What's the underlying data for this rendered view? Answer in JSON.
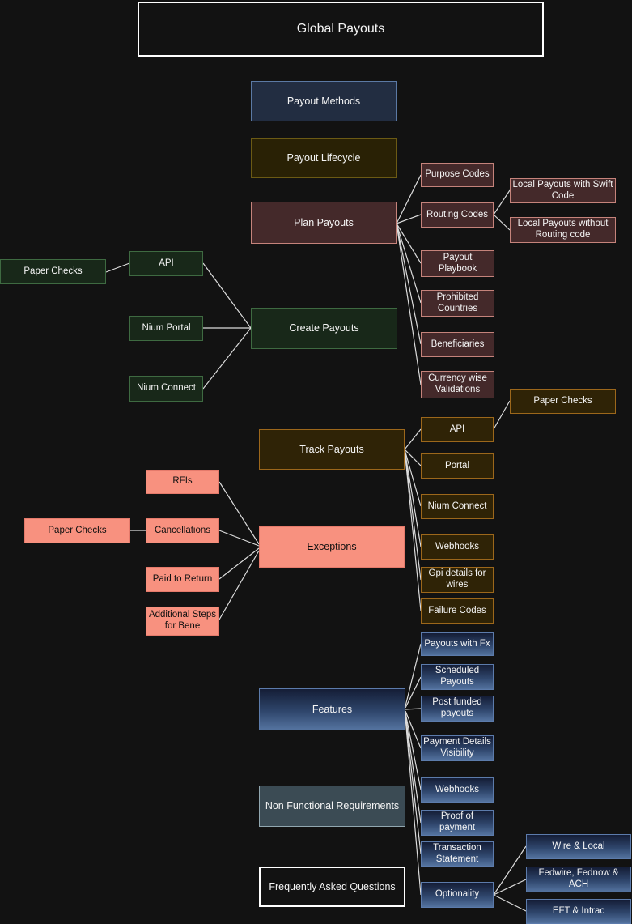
{
  "diagram_title": "Global Payouts",
  "colors": {
    "background": "#121212",
    "connector_line": "#dcdcdc",
    "navy_fill": "#222d41",
    "navy_border": "#5b79a4",
    "olive_fill": "#292105",
    "olive_border": "#6b5a14",
    "maroon_fill": "#44292a",
    "maroon_border": "#c5837b",
    "green_fill": "#182819",
    "green_border": "#3e6a41",
    "brown_fill": "#2f2306",
    "brown_border": "#9c671b",
    "salmon_fill": "#f8917f",
    "salmon_border": "#e57a6b",
    "blue_gradient_top": "#141d36",
    "blue_gradient_bottom": "#54739f",
    "slate_fill": "#3b4b54",
    "slate_border": "#91a7b0",
    "outline_box_border": "#ffffff",
    "text_light": "#f5f5f5",
    "text_dark": "#101010"
  },
  "nodes": {
    "global_payouts": {
      "label": "Global Payouts"
    },
    "payout_methods": {
      "label": "Payout Methods"
    },
    "payout_lifecycle": {
      "label": "Payout Lifecycle"
    },
    "plan_payouts": {
      "label": "Plan Payouts"
    },
    "purpose_codes": {
      "label": "Purpose Codes"
    },
    "routing_codes": {
      "label": "Routing Codes"
    },
    "local_payouts_with_swift_code": {
      "label": "Local Payouts with Swift Code"
    },
    "local_payouts_without_routing_code": {
      "label": "Local Payouts without Routing code"
    },
    "payout_playbook": {
      "label": "Payout Playbook"
    },
    "prohibited_countries": {
      "label": "Prohibited Countries"
    },
    "beneficiaries": {
      "label": "Beneficiaries"
    },
    "currency_wise_validations": {
      "label": "Currency wise Validations"
    },
    "paper_checks_create": {
      "label": "Paper Checks"
    },
    "api_create": {
      "label": "API"
    },
    "nium_portal": {
      "label": "Nium Portal"
    },
    "nium_connect_create": {
      "label": "Nium Connect"
    },
    "create_payouts": {
      "label": "Create Payouts"
    },
    "track_payouts": {
      "label": "Track Payouts"
    },
    "paper_checks_track": {
      "label": "Paper Checks"
    },
    "api_track": {
      "label": "API"
    },
    "portal_track": {
      "label": "Portal"
    },
    "nium_connect_track": {
      "label": "Nium Connect"
    },
    "webhooks_track": {
      "label": "Webhooks"
    },
    "gpi_details_for_wires": {
      "label": "Gpi details for wires"
    },
    "failure_codes": {
      "label": "Failure Codes"
    },
    "rfis": {
      "label": "RFIs"
    },
    "paper_checks_exceptions": {
      "label": "Paper Checks"
    },
    "cancellations": {
      "label": "Cancellations"
    },
    "paid_to_return": {
      "label": "Paid to Return"
    },
    "additional_steps_for_bene": {
      "label": "Additional Steps for Bene"
    },
    "exceptions": {
      "label": "Exceptions"
    },
    "features": {
      "label": "Features"
    },
    "payouts_with_fx": {
      "label": "Payouts with Fx"
    },
    "scheduled_payouts": {
      "label": "Scheduled Payouts"
    },
    "post_funded_payouts": {
      "label": "Post funded payouts"
    },
    "payment_details_visibility": {
      "label": "Payment Details Visibility"
    },
    "webhooks_features": {
      "label": "Webhooks"
    },
    "proof_of_payment": {
      "label": "Proof of payment"
    },
    "transaction_statement": {
      "label": "Transaction Statement"
    },
    "optionality": {
      "label": "Optionality"
    },
    "wire_and_local": {
      "label": "Wire & Local"
    },
    "fedwire_fednow_ach": {
      "label": "Fedwire, Fednow & ACH"
    },
    "eft_and_intrac": {
      "label": "EFT & Intrac"
    },
    "non_functional_requirements": {
      "label": "Non Functional Requirements"
    },
    "frequently_asked_questions": {
      "label": "Frequently Asked Questions"
    }
  }
}
